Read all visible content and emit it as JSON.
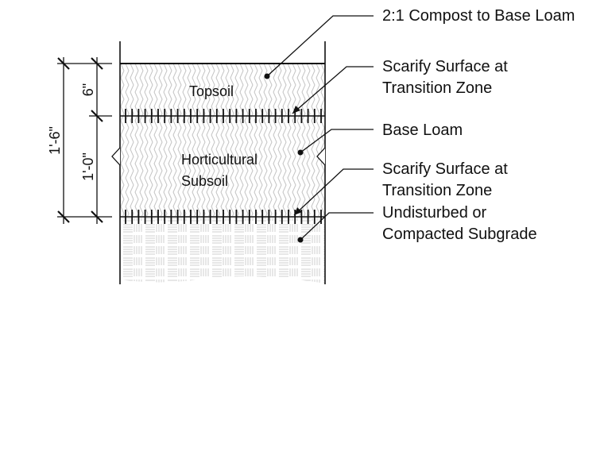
{
  "soil_layers": {
    "topsoil": "Topsoil",
    "subsoil_line1": "Horticultural",
    "subsoil_line2": "Subsoil"
  },
  "callouts": {
    "compost": "2:1 Compost to Base Loam",
    "scarify_top_line1": "Scarify Surface at",
    "scarify_top_line2": "Transition Zone",
    "base_loam": "Base Loam",
    "scarify_bottom_line1": "Scarify Surface at",
    "scarify_bottom_line2": "Transition Zone",
    "subgrade_line1": "Undisturbed or",
    "subgrade_line2": "Compacted Subgrade"
  },
  "dimensions": {
    "topsoil_depth": "6\"",
    "subsoil_depth": "1'-0\"",
    "total_depth": "1'-6\""
  },
  "colors": {
    "line": "#111111",
    "hatch": "#c4c4c4",
    "hatch_light": "#d0d0d0"
  }
}
